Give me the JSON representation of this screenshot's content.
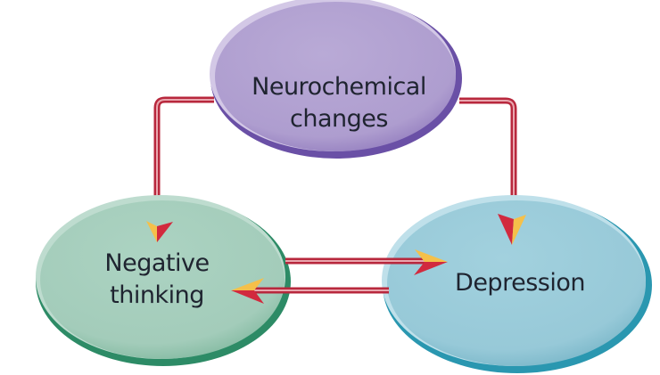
{
  "diagram": {
    "nodes": [
      {
        "id": "neuro",
        "lines": [
          "Neurochemical",
          "changes"
        ],
        "color": "#b3a3d2",
        "edge_color": "#6a4fa3",
        "highlight": "#d6cbe8"
      },
      {
        "id": "negative",
        "lines": [
          "Negative",
          "thinking"
        ],
        "color": "#a7cfbe",
        "edge_color": "#2a8a66",
        "highlight": "#c7e2d6"
      },
      {
        "id": "depression",
        "lines": [
          "Depression"
        ],
        "color": "#9ccddb",
        "edge_color": "#2a9ab3",
        "highlight": "#c6e4ec"
      }
    ],
    "edges": [
      {
        "from": "neuro",
        "to": "negative"
      },
      {
        "from": "neuro",
        "to": "depression"
      },
      {
        "from": "negative",
        "to": "depression"
      },
      {
        "from": "depression",
        "to": "negative"
      }
    ],
    "arrow_color": "#c0283e",
    "arrowhead_highlight": "#f5c04a"
  }
}
